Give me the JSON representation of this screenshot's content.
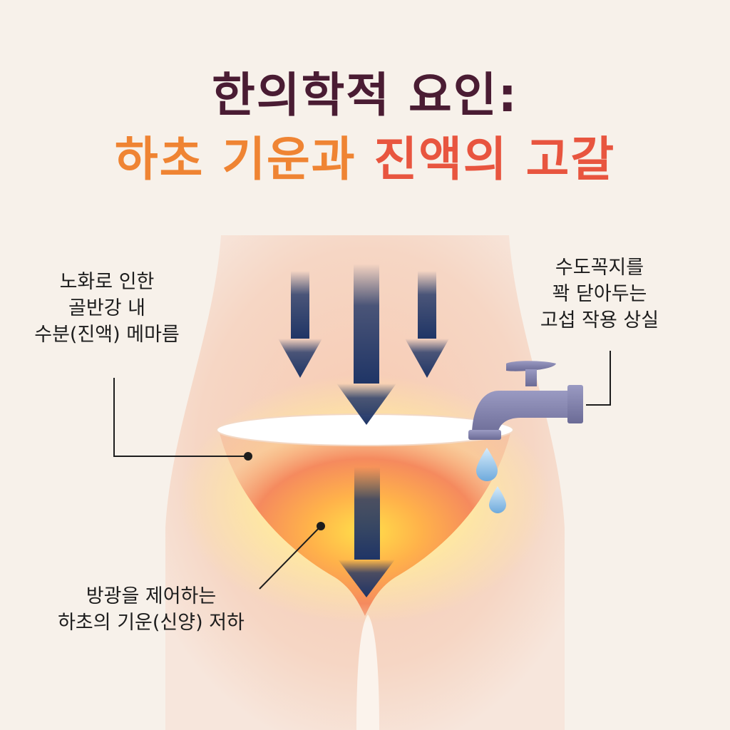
{
  "title": {
    "line1": "한의학적 요인:",
    "line2_part1": "하초 기운과 ",
    "line2_part2": "진액의 고갈"
  },
  "colors": {
    "title_dark": "#4a1c33",
    "title_orange": "#ef8433",
    "title_red": "#e8553f",
    "arrow": "#1f3566",
    "body": "#f6d3c0",
    "faucet": "#7c7ca6",
    "water": "#8fc3e8"
  },
  "labels": {
    "left": [
      "노화로 인한",
      "골반강 내",
      "수분(진액) 메마름"
    ],
    "right": [
      "수도꼭지를",
      "꽉 닫아두는",
      "고섭 작용 상실"
    ],
    "bottom": [
      "방광을 제어하는",
      "하초의 기운(신양) 저하"
    ]
  },
  "icons": [
    "down-arrow-icon",
    "faucet-icon",
    "water-drop-icon"
  ]
}
